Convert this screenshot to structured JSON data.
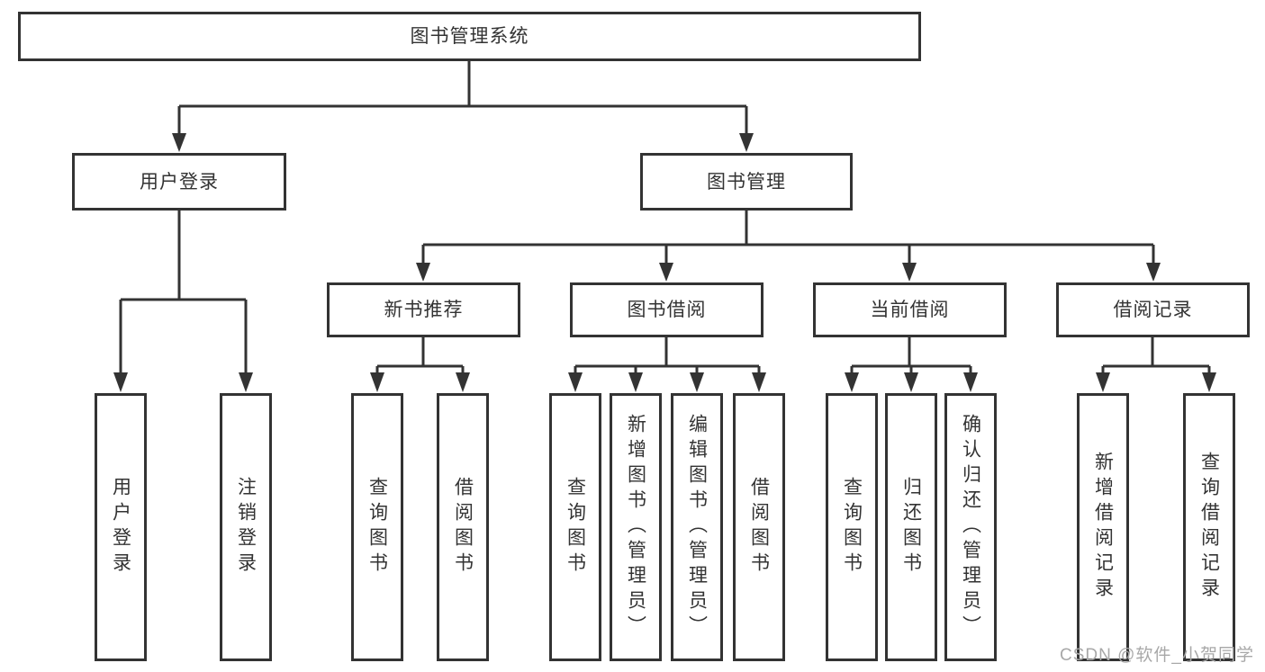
{
  "colors": {
    "line": "#333333",
    "text": "#333333",
    "box_background": "#ffffff",
    "page_background": "#ffffff",
    "watermark": "#a8a8a8"
  },
  "tree": {
    "label": "图书管理系统",
    "children": [
      {
        "label": "用户登录",
        "children": [
          {
            "label": "用户登录"
          },
          {
            "label": "注销登录"
          }
        ]
      },
      {
        "label": "图书管理",
        "children": [
          {
            "label": "新书推荐",
            "children": [
              {
                "label": "查询图书"
              },
              {
                "label": "借阅图书"
              }
            ]
          },
          {
            "label": "图书借阅",
            "children": [
              {
                "label": "查询图书"
              },
              {
                "label": "新增图书（管理员）"
              },
              {
                "label": "编辑图书（管理员）"
              },
              {
                "label": "借阅图书"
              }
            ]
          },
          {
            "label": "当前借阅",
            "children": [
              {
                "label": "查询图书"
              },
              {
                "label": "归还图书"
              },
              {
                "label": "确认归还（管理员）"
              }
            ]
          },
          {
            "label": "借阅记录",
            "children": [
              {
                "label": "新增借阅记录"
              },
              {
                "label": "查询借阅记录"
              }
            ]
          }
        ]
      }
    ]
  },
  "watermark": {
    "text": "CSDN @软件_小贺同学"
  }
}
